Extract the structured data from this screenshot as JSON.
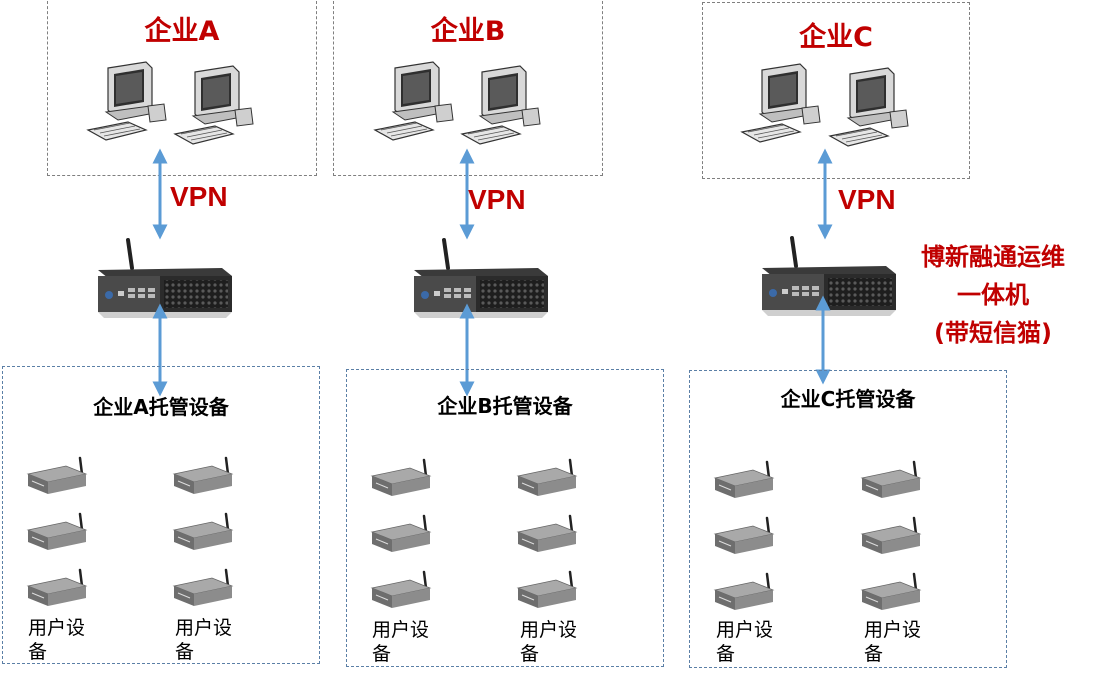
{
  "enterprises": [
    {
      "title": "企业A",
      "vpn": "VPN",
      "hosted_title": "企业A托管设备",
      "device_label": "用户设备"
    },
    {
      "title": "企业B",
      "vpn": "VPN",
      "hosted_title": "企业B托管设备",
      "device_label": "用户设备"
    },
    {
      "title": "企业C",
      "vpn": "VPN",
      "hosted_title": "企业C托管设备",
      "device_label": "用户设备"
    }
  ],
  "brand": {
    "line1": "博新融通运维",
    "line2": "一体机",
    "line3": "(带短信猫)"
  },
  "colors": {
    "accent_red": "#c00000",
    "arrow_blue": "#5b9bd5",
    "box_gray_border": "#7f7f7f",
    "box_blue_border": "#5b7fa6"
  }
}
